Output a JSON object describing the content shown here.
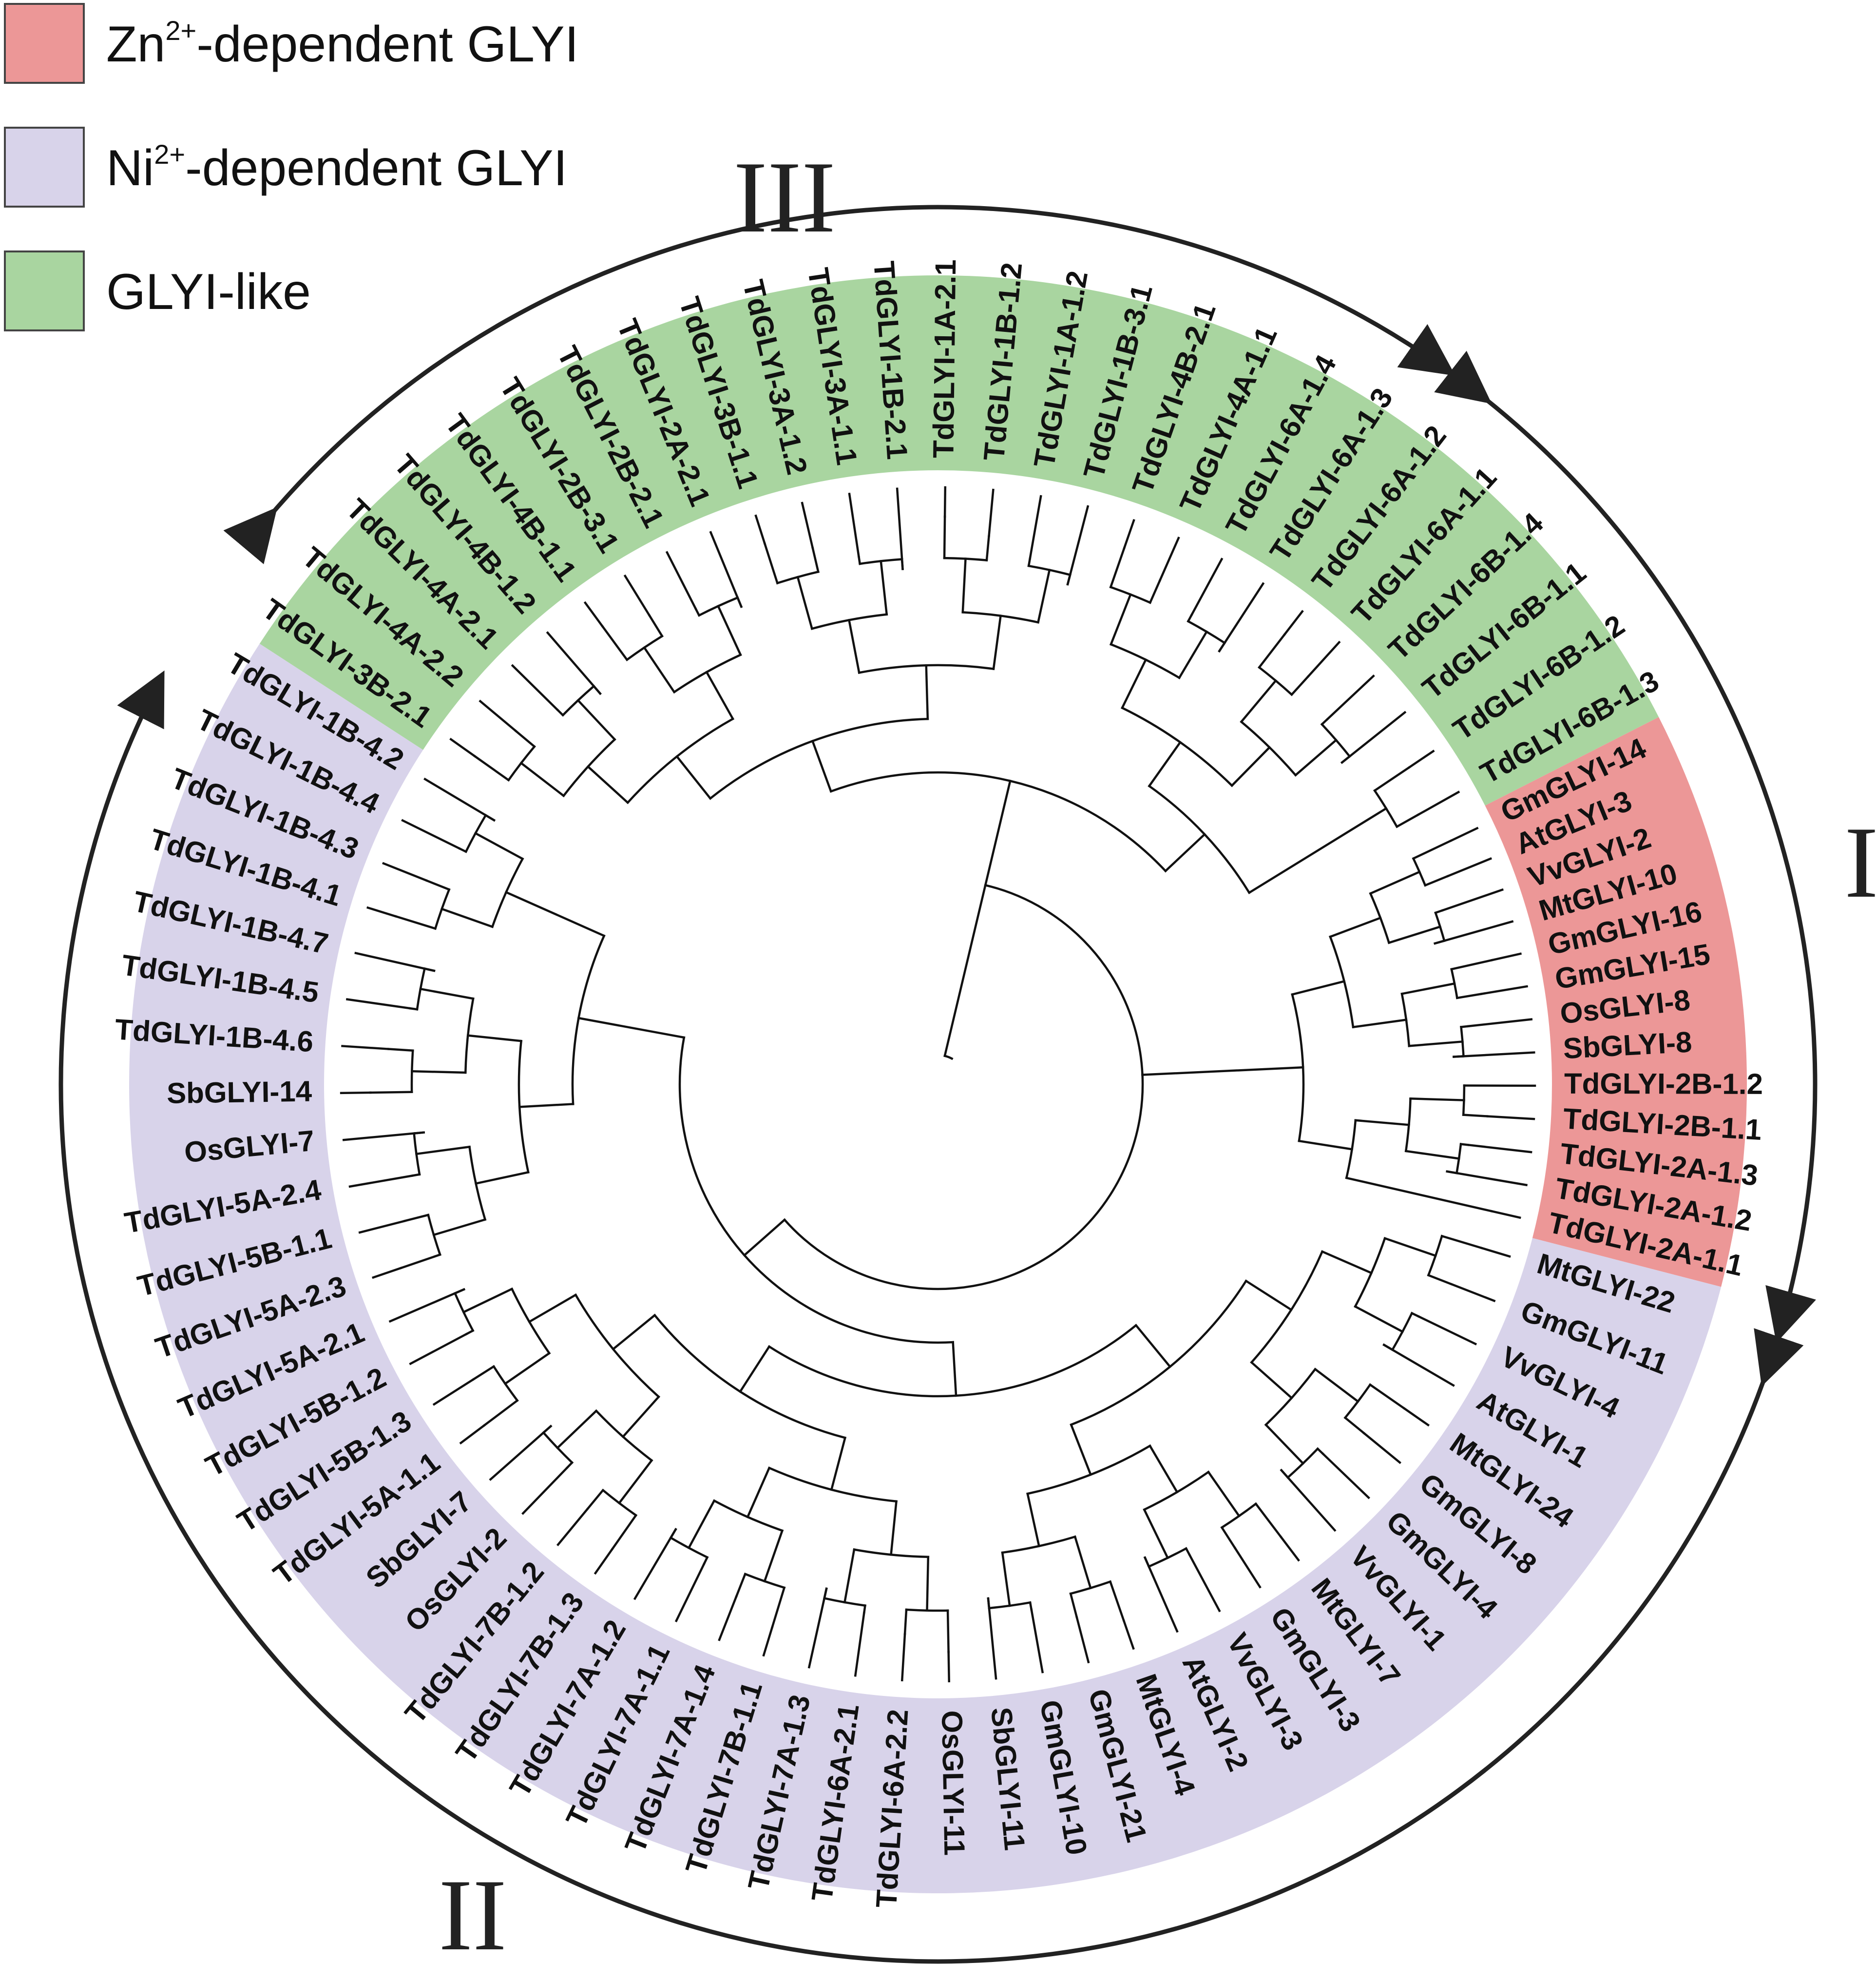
{
  "legend": [
    {
      "name": "Zn2+-dependent GLYI",
      "base": "Zn",
      "sup": "2+",
      "rest": "-dependent GLYI",
      "color": "#EC9797"
    },
    {
      "name": "Ni2+-dependent GLYI",
      "base": "Ni",
      "sup": "2+",
      "rest": "-dependent GLYI",
      "color": "#D8D3EA"
    },
    {
      "name": "GLYI-like",
      "base": "GLYI-like",
      "sup": "",
      "rest": "",
      "color": "#A9D5A0"
    }
  ],
  "clades": [
    {
      "id": "I",
      "label": "I",
      "group": 0
    },
    {
      "id": "II",
      "label": "II",
      "group": 1
    },
    {
      "id": "III",
      "label": "III",
      "group": 2
    }
  ],
  "leaves_clade_I": [
    "GmGLYI-14",
    "AtGLYI-3",
    "VvGLYI-2",
    "MtGLYI-10",
    "GmGLYI-16",
    "GmGLYI-15",
    "OsGLYI-8",
    "SbGLYI-8",
    "TdGLYI-2B-1.2",
    "TdGLYI-2B-1.1",
    "TdGLYI-2A-1.3",
    "TdGLYI-2A-1.2",
    "TdGLYI-2A-1.1"
  ],
  "leaves_clade_II_a": [
    "MtGLYI-22",
    "GmGLYI-11",
    "VvGLYI-4",
    "AtGLYI-1",
    "MtGLYI-24",
    "GmGLYI-8",
    "GmGLYI-4",
    "VvGLYI-1",
    "MtGLYI-7",
    "GmGLYI-3",
    "VvGLYI-3",
    "AtGLYI-2",
    "MtGLYI-4",
    "GmGLYI-21",
    "GmGLYI-10",
    "SbGLYI-11",
    "OsGLYI-11"
  ],
  "leaves_clade_II_b": [
    "TdGLYI-6A-2.2",
    "TdGLYI-6A-2.1",
    "TdGLYI-7A-1.3",
    "TdGLYI-7B-1.1",
    "TdGLYI-7A-1.4",
    "TdGLYI-7A-1.1",
    "TdGLYI-7A-1.2",
    "TdGLYI-7B-1.3",
    "TdGLYI-7B-1.2",
    "OsGLYI-2",
    "SbGLYI-7",
    "TdGLYI-5A-1.1",
    "TdGLYI-5B-1.3",
    "TdGLYI-5B-1.2",
    "TdGLYI-5A-2.1",
    "TdGLYI-5A-2.3",
    "TdGLYI-5B-1.1",
    "TdGLYI-5A-2.4",
    "OsGLYI-7",
    "SbGLYI-14",
    "TdGLYI-1B-4.6",
    "TdGLYI-1B-4.5",
    "TdGLYI-1B-4.7",
    "TdGLYI-1B-4.1",
    "TdGLYI-1B-4.3",
    "TdGLYI-1B-4.4",
    "TdGLYI-1B-4.2"
  ],
  "leaves_clade_III": [
    "TdGLYI-3B-2.1",
    "TdGLYI-4A-2.2",
    "TdGLYI-4A-2.1",
    "TdGLYI-4B-1.2",
    "TdGLYI-4B-1.1",
    "TdGLYI-2B-3.1",
    "TdGLYI-2B-2.1",
    "TdGLYI-2A-2.1",
    "TdGLYI-3B-1.1",
    "TdGLYI-3A-1.2",
    "TdGLYI-3A-1.1",
    "TdGLYI-1B-2.1",
    "TdGLYI-1A-2.1",
    "TdGLYI-1B-1.2",
    "TdGLYI-1A-1.2",
    "TdGLYI-1B-3.1",
    "TdGLYI-4B-2.1",
    "TdGLYI-4A-1.1",
    "TdGLYI-6A-1.4",
    "TdGLYI-6A-1.3",
    "TdGLYI-6A-1.2",
    "TdGLYI-6A-1.1",
    "TdGLYI-6B-1.4",
    "TdGLYI-6B-1.1",
    "TdGLYI-6B-1.2",
    "TdGLYI-6B-1.3"
  ]
}
